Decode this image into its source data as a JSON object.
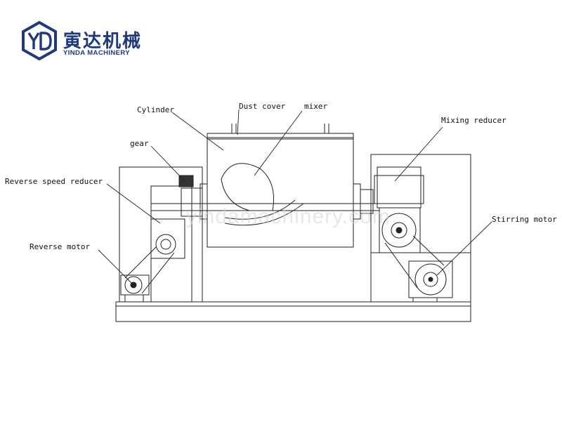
{
  "brand": {
    "name_cn": "寅达机械",
    "name_en": "YINDA MACHINERY",
    "color": "#1e3a7a"
  },
  "watermark": "yindamachinery.com",
  "labels": {
    "cylinder": "Cylinder",
    "dust_cover": "Dust cover",
    "mixer": "mixer",
    "mixing_reducer": "Mixing reducer",
    "gear": "gear",
    "reverse_speed_reducer": "Reverse speed reducer",
    "stirring_motor": "Stirring motor",
    "reverse_motor": "Reverse motor"
  },
  "icons": [
    "yd-logo-icon"
  ]
}
